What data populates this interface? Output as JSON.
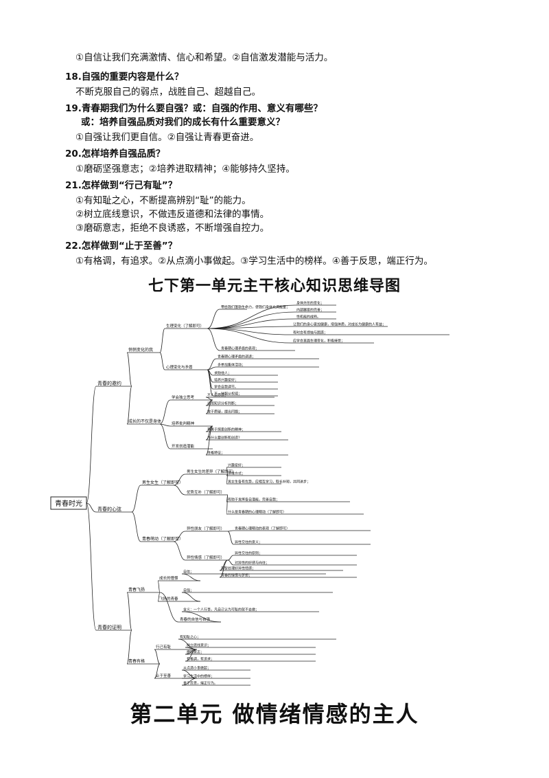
{
  "qa": {
    "a17": "①自信让我们充满激情、信心和希望。②自信激发潜能与活力。",
    "q18": "18.自强的重要内容是什么？",
    "a18": "不断克服自己的弱点，战胜自己、超越自己。",
    "q19": "19.青春期我们为什么要自强？或：自强的作用、意义有哪些？",
    "q19b": "或：培养自强品质对我们的成长有什么重要意义？",
    "a19": "①自强让我们更自信。②自强让青春更奋进。",
    "q20": "20.怎样培养自强品质？",
    "a20": "①磨砺坚强意志；②培养进取精神；④能够持久坚持。",
    "q21": "21.怎样做到“行己有耻”？",
    "a21_1": "①有知耻之心，不断提高辨别“耻”的能力。",
    "a21_2": "②树立底线意识，不做违反道德和法律的事情。",
    "a21_3": "③磨砺意志，拒绝不良诱惑，不断增强自控力。",
    "q22": "22.怎样做到“止于至善”？",
    "a22": "①有格调，有追求。②从点滴小事做起。③学习生活中的榜样。④善于反思，端正行为。"
  },
  "mindmap": {
    "title": "七下第一单元主干核心知识思维导图",
    "root": "青春时光",
    "l1": [
      "青春的邀约",
      "青春的心弦",
      "青春的证明"
    ],
    "l2": [
      "悄悄变化的我",
      "成长的不仅是身体",
      "男生女生（了解即可）",
      "青春萌动（了解即可）",
      "青春飞扬",
      "青春有格"
    ],
    "l3": [
      "生理变化（了解即可）",
      "心理变化与矛盾",
      "学会独立思考",
      "培养批判精神",
      "开发创造潜能",
      "男生女生的差异（了解即可）",
      "优势互补（了解即可）",
      "异性朋友（了解即可）",
      "异性情感（了解即可）",
      "成长的憧憬",
      "飞扬的青春",
      "青春的自信与自强",
      "行己有耻",
      "止于至善"
    ],
    "leaves": [
      "身体外形的变化；",
      "内部器官的完善；",
      "性机能的成熟。",
      "带给我们蓬勃生命力，使我们身体充满能量；",
      "让我们的身心更加健康，增强体质，对成长为健康的人有益；",
      "有时会有烦恼与困惑；",
      "应学会直面生理变化，积极接受；",
      "青春期心理矛盾的表现；",
      "青春期心理矛盾的调适；",
      "多参加集体活动；",
      "求助他人；",
      "培养兴趣爱好；",
      "学会自我调节。",
      "不一味服从权威；",
      "不人云亦云；",
      "运用知识分析判断；",
      "敢于质疑，提出问题；",
      "有勇于探索创新的精神；",
      "为什么要创新和创造？",
      "性格特征；",
      "兴趣爱好；",
      "思维方式；",
      "男女生各有优势，应相互学习，取长补短，共同进步；",
      "有助于发挥各自潜能，完善自我；",
      "什么是青春期的心理萌动（了解即可）",
      "青春期心理萌动的表现（了解即可）",
      "异性交往的意义；",
      "异性交往的原则；",
      "对异性的好感与向往；",
      "理智处理好异性情感；",
      "青春的憧憬与梦想；",
      "自信；",
      "自强；",
      "含义：一个人行事，凡自己认为可耻的就不去做；",
      "有知耻之心；",
      "树立底线意识；",
      "磨砺意志；",
      "有格调，有追求；",
      "从点滴小事做起；",
      "学习生活中的榜样；",
      "善于反思，端正行为。"
    ]
  },
  "unit2_title": "第二单元    做情绪情感的主人"
}
